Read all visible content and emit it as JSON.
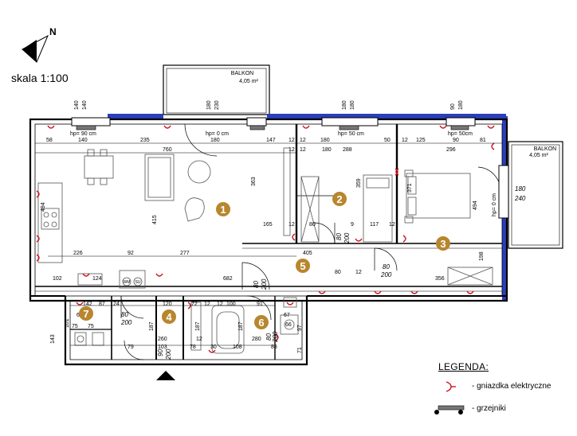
{
  "scale": "skala 1:100",
  "north": "N",
  "balcony_top": {
    "name": "BALKON",
    "area": "4,05 m²"
  },
  "balcony_right": {
    "name": "BALKON",
    "area": "4,05 m²"
  },
  "rooms": [
    "1",
    "2",
    "3",
    "4",
    "5",
    "6",
    "7"
  ],
  "windows_top": [
    {
      "w": "140",
      "h": "140",
      "hp": "hp= 90 cm"
    },
    {
      "w": "180",
      "h": "230",
      "hp": "hp= 0 cm"
    },
    {
      "w": "180",
      "h": "180",
      "hp": "hp= 50 cm"
    },
    {
      "w": "90",
      "h": "180",
      "hp": "hp= 50cm"
    }
  ],
  "window_right": {
    "w": "180",
    "h": "240",
    "hp": "hp= 0 cm"
  },
  "door_labels": [
    {
      "w": "80",
      "h": "200"
    },
    {
      "w": "80",
      "h": "200"
    },
    {
      "w": "80",
      "h": "200"
    },
    {
      "w": "80",
      "h": "200"
    },
    {
      "w": "80",
      "h": "200"
    },
    {
      "w": "90",
      "h": "200"
    }
  ],
  "dims_top": [
    "58",
    "140",
    "235",
    "180",
    "147",
    "12",
    "12",
    "180",
    "288",
    "50",
    "12",
    "125",
    "90",
    "296",
    "81"
  ],
  "dims_row2": [
    "760",
    "180",
    "12",
    "12"
  ],
  "dims_mid": [
    "226",
    "92",
    "277",
    "165",
    "12",
    "80",
    "9",
    "117",
    "12",
    "405",
    "80",
    "12",
    "356",
    "198",
    "102",
    "124",
    "682"
  ],
  "dims_vert": [
    "494",
    "415",
    "363",
    "359",
    "371",
    "494",
    "101",
    "187",
    "187",
    "187",
    "97",
    "71",
    "143"
  ],
  "dims_lower": [
    "142",
    "24",
    "75",
    "87",
    "120",
    "72",
    "12",
    "91",
    "280",
    "88",
    "79",
    "103",
    "78",
    "108",
    "260",
    "30",
    "62",
    "75",
    "67",
    "100",
    "12",
    "66",
    "12"
  ],
  "appliances": [
    "WM",
    "SU"
  ],
  "legend": {
    "title": "LEGENDA:",
    "items": [
      "- gniazdka elektryczne",
      "- grzejniki"
    ]
  }
}
